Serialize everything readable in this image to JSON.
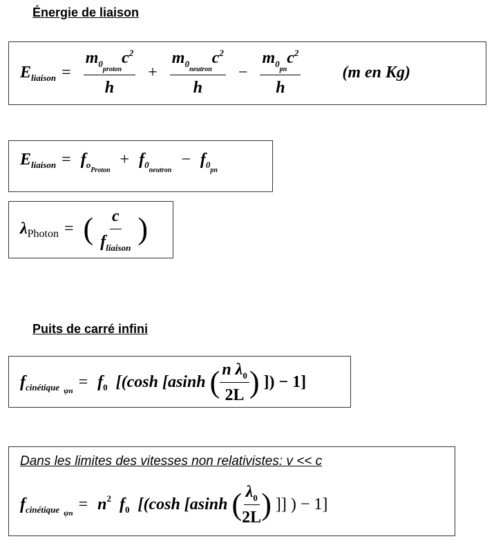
{
  "section1": {
    "title": "Énergie de liaison"
  },
  "f1": {
    "E": "E",
    "liaison": "liaison",
    "eq": "=",
    "m": "m",
    "zero": "0",
    "proton": "proton",
    "c": "c",
    "two": "2",
    "h": "h",
    "plus": "+",
    "neutron": "neutron",
    "minus": "−",
    "pn": "pn",
    "unit": "(m en Kg)"
  },
  "f2": {
    "E": "E",
    "liaison": "liaison",
    "eq": "=",
    "f": "f",
    "o": "o",
    "Proton": "Proton",
    "plus": "+",
    "zero": "0",
    "neutron": "neutron",
    "minus": "−",
    "pn": "pn"
  },
  "f3": {
    "lambda": "λ",
    "photon": "Photon",
    "eq": "=",
    "lp": "(",
    "c": "c",
    "f": "f",
    "liaison": "liaison",
    "rp": ")"
  },
  "section2": {
    "title": "Puits de carré infini"
  },
  "f4": {
    "f": "f",
    "cinetique": "cinétique",
    "psi": "ψn",
    "eq": "=",
    "f0": "f",
    "zero": "0",
    "pre": "[(cosh [asinh",
    "lp": "(",
    "n": "n λ",
    "nz": "0",
    "den": "2L",
    "rp": ")",
    "post": "]) − 1]"
  },
  "f5": {
    "note": "Dans les limites des vitesses non relativistes: v << c",
    "f": "f",
    "cinetique": "cinétique",
    "psi": "ψn",
    "eq": "=",
    "n": "n",
    "two": "2",
    "f0": "f",
    "zero": "0",
    "pre": "[(cosh [asinh",
    "lp": "(",
    "lam": "λ",
    "lz": "0",
    "den": "2L",
    "rp": ")",
    "post": "]] ) − 1]"
  }
}
